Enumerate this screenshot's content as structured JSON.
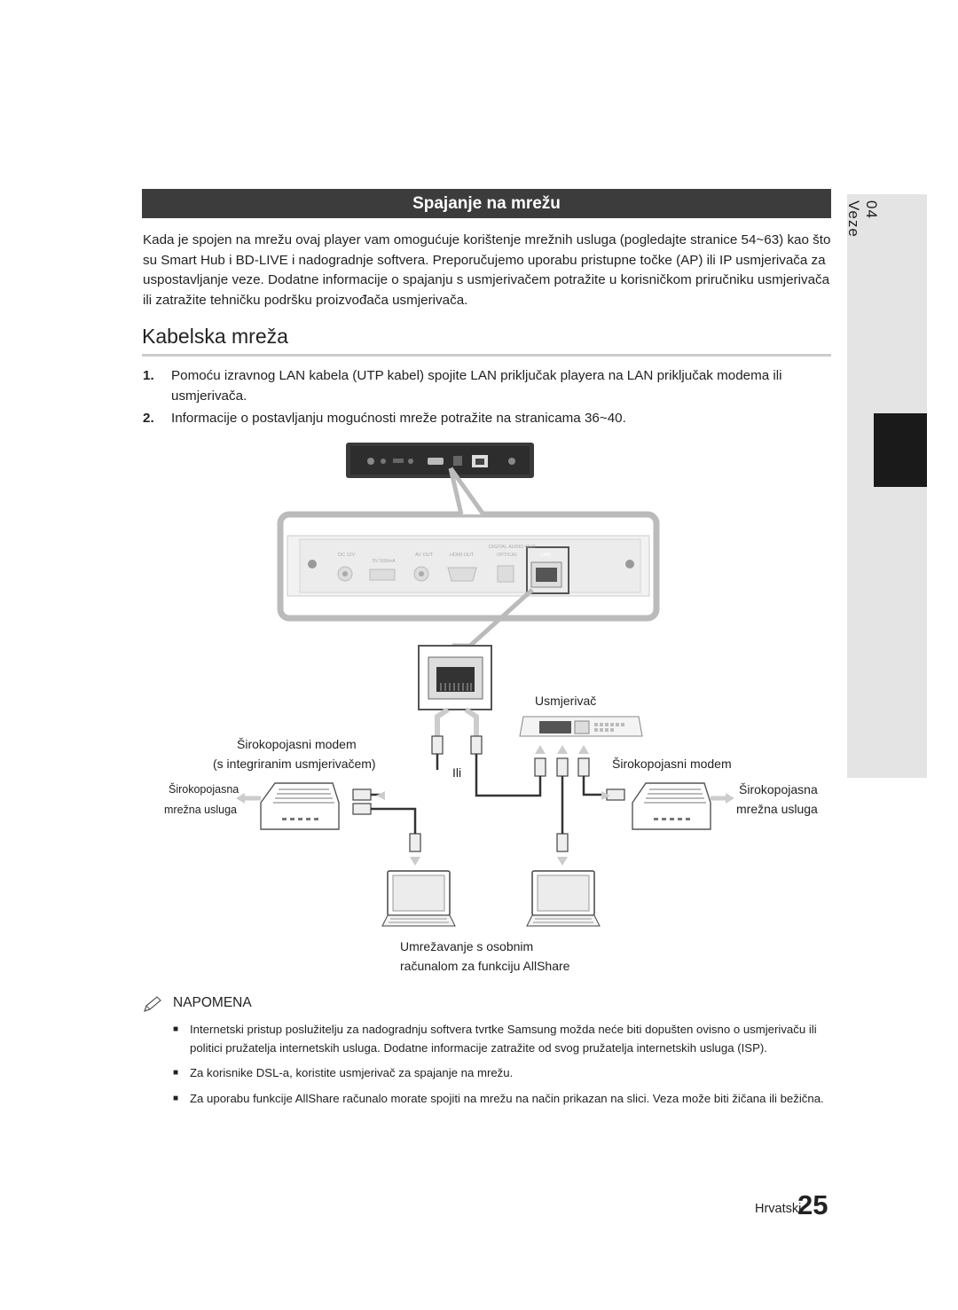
{
  "side_tab": {
    "number": "04",
    "label": "Veze"
  },
  "section": {
    "title": "Spajanje na mrežu"
  },
  "intro": "Kada je spojen na mrežu ovaj player vam omogućuje korištenje mrežnih usluga (pogledajte stranice 54~63) kao što su Smart Hub i BD-LIVE i nadogradnje softvera. Preporučujemo uporabu pristupne točke (AP) ili IP usmjerivača za uspostavljanje veze. Dodatne informacije o spajanju s usmjerivačem potražite u korisničkom priručniku usmjerivača ili zatražite tehničku podršku proizvođača usmjerivača.",
  "wired": {
    "title": "Kabelska mreža",
    "steps": [
      {
        "num": "1.",
        "text": "Pomoću izravnog LAN kabela (UTP kabel) spojite LAN priključak playera na LAN priključak modema ili usmjerivača."
      },
      {
        "num": "2.",
        "text": "Informacije o postavljanju mogućnosti mreže potražite na stranicama 36~40."
      }
    ]
  },
  "diagram": {
    "panel_ports": [
      "DC 12V",
      "5V 500mA",
      "AV OUT",
      "HDMI OUT",
      "DIGITAL AUDIO OUT",
      "OPTICAL",
      "LAN"
    ],
    "router_label": "Usmjerivač",
    "modem_builtin_label_1": "Širokopojasni modem",
    "modem_builtin_label_2": "(s integriranim usmjerivačem)",
    "or_label": "Ili",
    "modem_label": "Širokopojasni modem",
    "broadband_left_1": "Širokopojasna",
    "broadband_left_2": "mrežna usluga",
    "broadband_right_1": "Širokopojasna",
    "broadband_right_2": "mrežna usluga",
    "pc_label_1": "Umrežavanje s osobnim",
    "pc_label_2": "računalom za funkciju AllShare"
  },
  "notes": {
    "heading": "NAPOMENA",
    "bullet": "■",
    "items": [
      "Internetski pristup poslužitelju za nadogradnju softvera tvrtke Samsung možda neće biti dopušten ovisno o usmjerivaču ili politici pružatelja internetskih usluga. Dodatne informacije zatražite od svog pružatelja internetskih usluga (ISP).",
      "Za korisnike DSL-a, koristite usmjerivač za spajanje na mrežu.",
      "Za uporabu funkcije AllShare računalo morate spojiti na mrežu na način prikazan na slici. Veza može biti žičana ili bežična."
    ]
  },
  "footer": {
    "language": "Hrvatski",
    "page": "25"
  }
}
